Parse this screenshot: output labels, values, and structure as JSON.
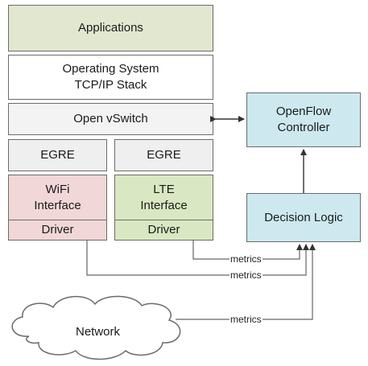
{
  "colors": {
    "applications": "#e2e8d0",
    "white": "#ffffff",
    "vswitch": "#f3f3f3",
    "egre": "#efefef",
    "wifi": "#f1d7d7",
    "lte": "#d9e8c2",
    "controller": "#cde9ef",
    "border": "#6b6b6b",
    "line": "#666666"
  },
  "stack": {
    "applications": "Applications",
    "os_line1": "Operating System",
    "os_line2": "TCP/IP Stack",
    "vswitch": "Open vSwitch",
    "egre_left": "EGRE",
    "egre_right": "EGRE",
    "wifi_line1": "WiFi",
    "wifi_line2": "Interface",
    "wifi_driver": "Driver",
    "lte_line1": "LTE",
    "lte_line2": "Interface",
    "lte_driver": "Driver"
  },
  "controller": {
    "line1": "OpenFlow",
    "line2": "Controller"
  },
  "decision_logic": "Decision Logic",
  "network": "Network",
  "metrics_labels": [
    "metrics",
    "metrics",
    "metrics"
  ]
}
